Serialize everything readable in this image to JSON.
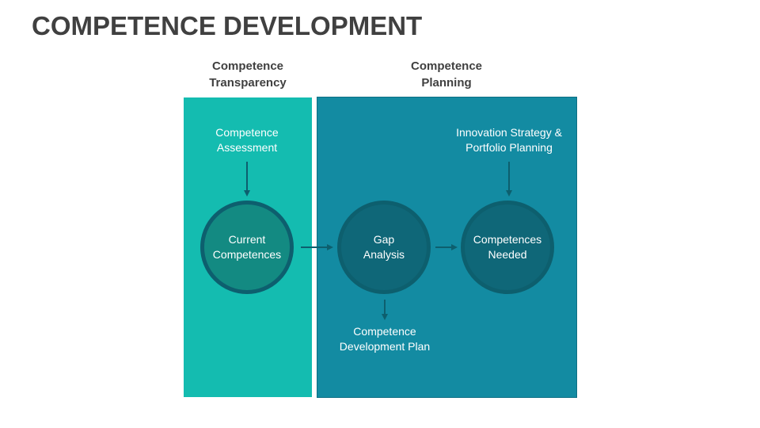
{
  "title": "COMPETENCE DEVELOPMENT",
  "columns": {
    "transparency": "Competence\nTransparency",
    "planning": "Competence\nPlanning"
  },
  "inputs": {
    "assessment": "Competence\nAssessment",
    "strategy": "Innovation Strategy &\nPortfolio Planning"
  },
  "nodes": {
    "current": "Current\nCompetences",
    "gap": "Gap\nAnalysis",
    "needed": "Competences\nNeeded"
  },
  "outputs": {
    "plan": "Competence\nDevelopment Plan"
  },
  "colors": {
    "left_panel": "#14bcb0",
    "right_panel": "#138ba2",
    "circle_border": "#0d5f6e",
    "arrow": "#0d5f6e"
  }
}
